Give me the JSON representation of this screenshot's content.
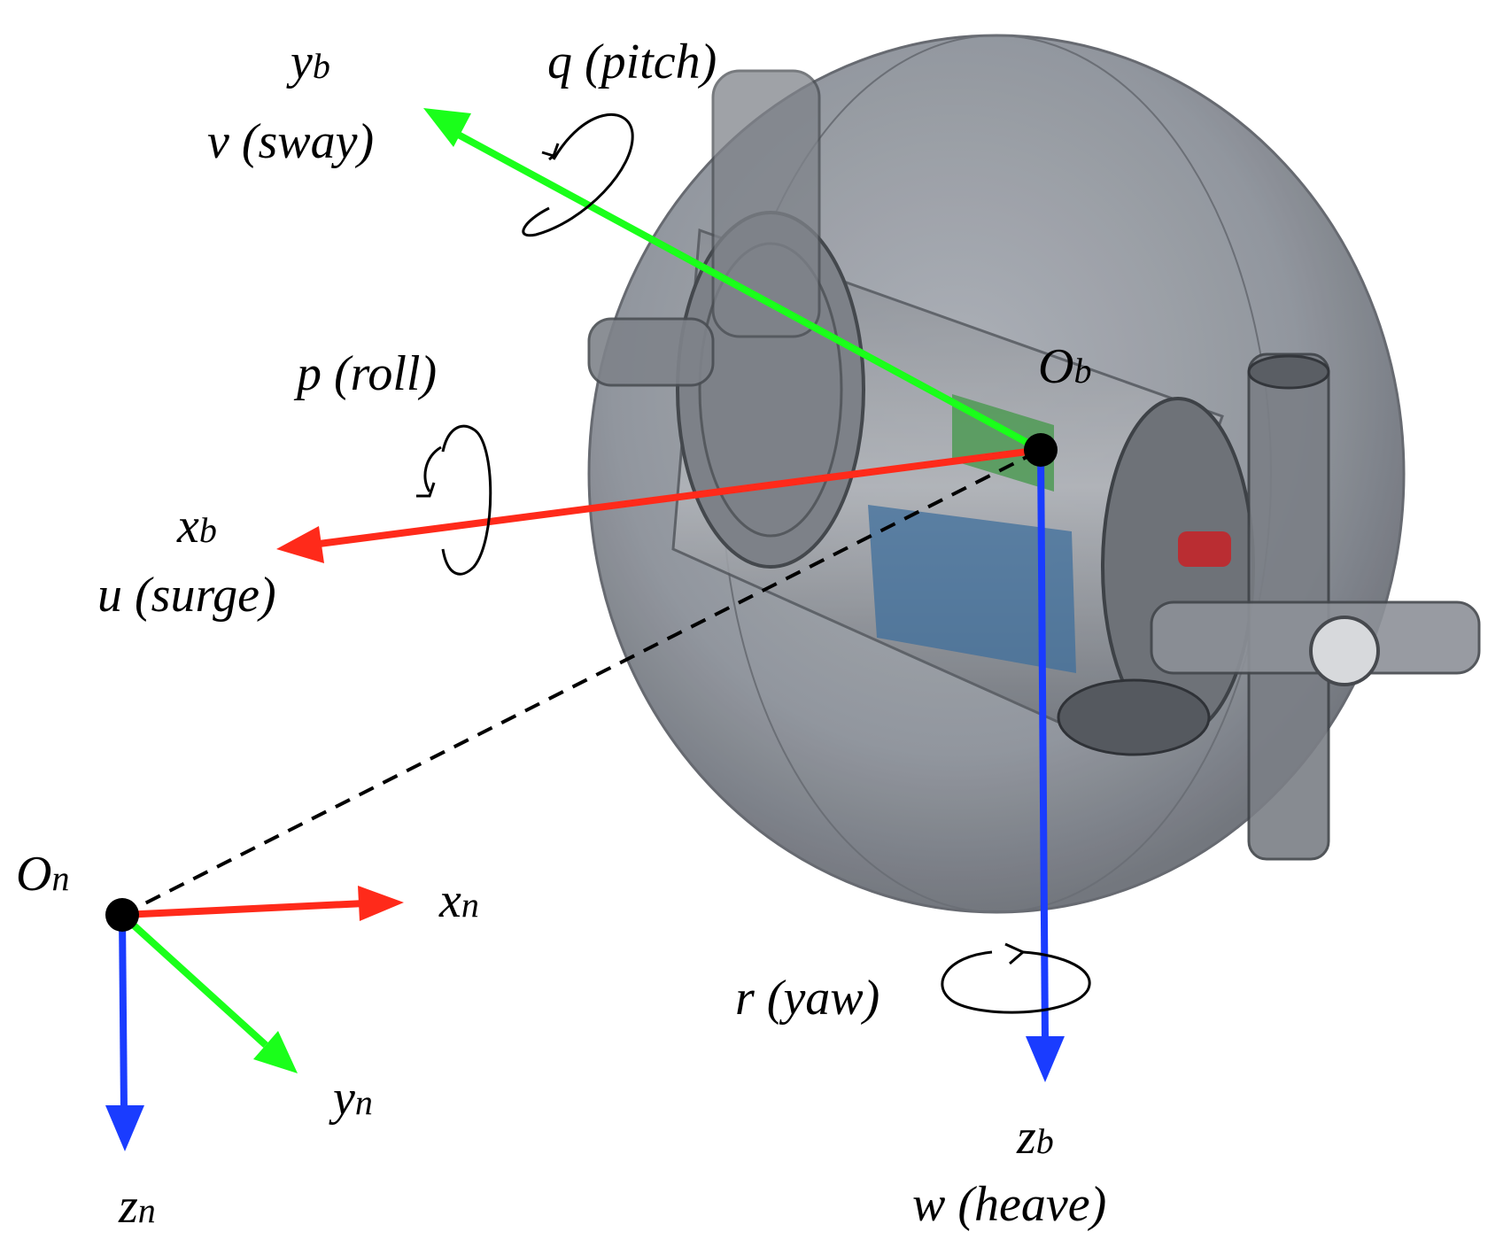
{
  "labels": {
    "yb_main": "y",
    "yb_sub": "b",
    "sway": "v (sway)",
    "pitch": "q (pitch)",
    "roll": "p (roll)",
    "xb_main": "x",
    "xb_sub": "b",
    "surge": "u (surge)",
    "ob_main": "O",
    "ob_sub": "b",
    "on_main": "O",
    "on_sub": "n",
    "xn_main": "x",
    "xn_sub": "n",
    "yn_main": "y",
    "yn_sub": "n",
    "zn_main": "z",
    "zn_sub": "n",
    "yaw": "r (yaw)",
    "zb_main": "z",
    "zb_sub": "b",
    "heave": "w (heave)"
  },
  "colors": {
    "x_axis": "#ff2a1a",
    "y_axis": "#1aff1a",
    "z_axis": "#1a3cff",
    "link": "#000000",
    "vehicle_shell": "#8f949c"
  },
  "icons": {
    "vehicle": "spherical-underwater-robot-illustration",
    "rotation": "curved-rotation-arrow-icon"
  }
}
